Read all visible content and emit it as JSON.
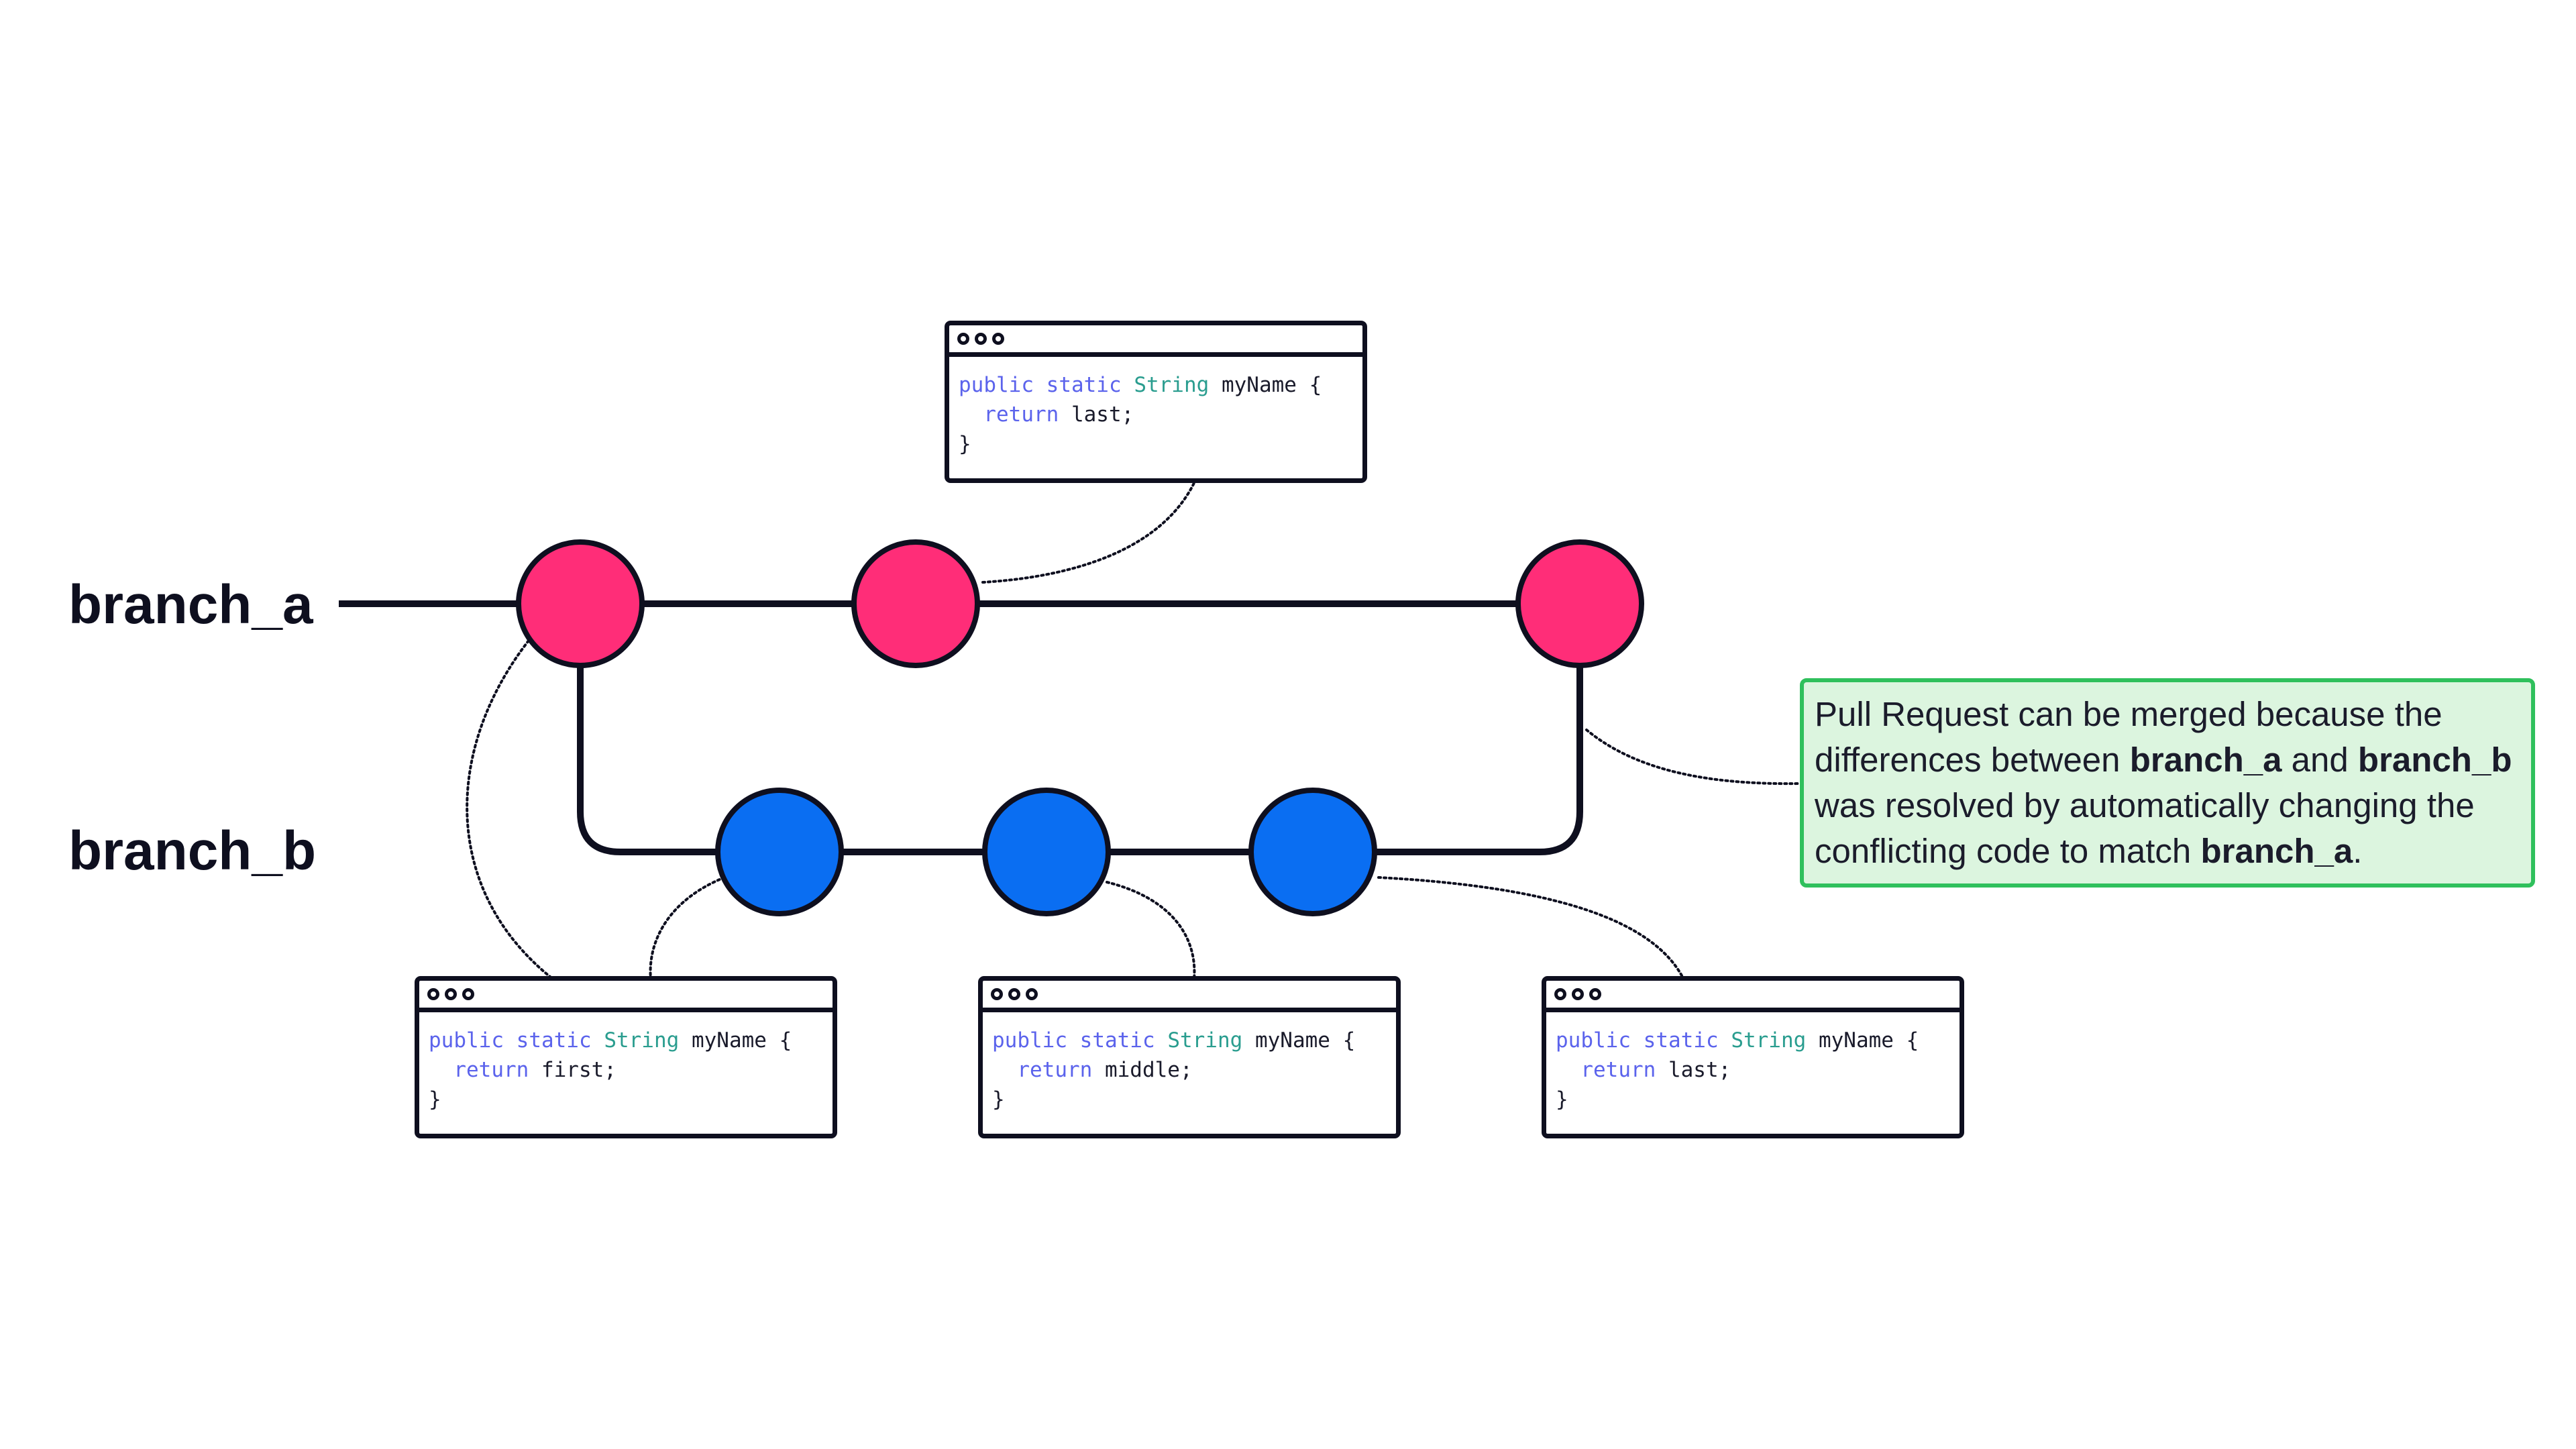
{
  "branches": {
    "a": {
      "label": "branch_a"
    },
    "b": {
      "label": "branch_b"
    }
  },
  "colors": {
    "branch_a_commit": "#ff2d78",
    "branch_b_commit": "#0a6ef2",
    "line": "#0e0f1f",
    "keyword": "#5b63ec",
    "type": "#2a9d8f",
    "note_background": "#dcf5df",
    "note_border": "#2fc05c"
  },
  "code_windows": {
    "top": {
      "kw1": "public",
      "kw2": "static",
      "type": "String",
      "name": " myName {",
      "ret_kw": "return",
      "ret_val": " last;",
      "close": "}"
    },
    "first": {
      "kw1": "public",
      "kw2": "static",
      "type": "String",
      "name": " myName {",
      "ret_kw": "return",
      "ret_val": " first;",
      "close": "}"
    },
    "middle": {
      "kw1": "public",
      "kw2": "static",
      "type": "String",
      "name": " myName {",
      "ret_kw": "return",
      "ret_val": " middle;",
      "close": "}"
    },
    "last": {
      "kw1": "public",
      "kw2": "static",
      "type": "String",
      "name": " myName {",
      "ret_kw": "return",
      "ret_val": " last;",
      "close": "}"
    }
  },
  "note": {
    "line1": "Pull Request can be merged because the",
    "line2_pre": "differences between ",
    "line2_b1": "branch_a",
    "line2_mid": " and ",
    "line2_b2": "branch_b",
    "line3": "was resolved by automatically changing the",
    "line4_pre": "conflicting code to match ",
    "line4_b": "branch_a",
    "line4_post": "."
  }
}
